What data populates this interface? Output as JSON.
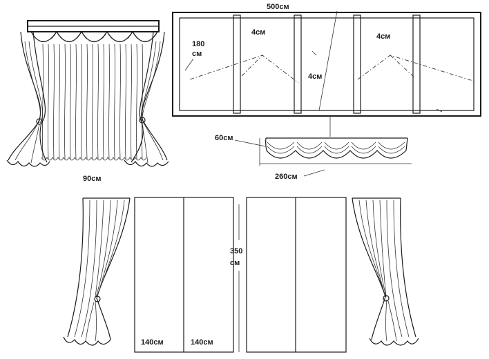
{
  "labels": {
    "width_total": "500см",
    "window_height_num": "180",
    "window_height_unit": "см",
    "gap_left": "4см",
    "gap_center": "4см",
    "gap_right": "4см",
    "valance_height": "60см",
    "valance_width": "260см",
    "side_curtain_width": "90см",
    "panel_height_num": "350",
    "panel_height_unit": "см",
    "panel_width_a": "140см",
    "panel_width_b": "140см"
  }
}
